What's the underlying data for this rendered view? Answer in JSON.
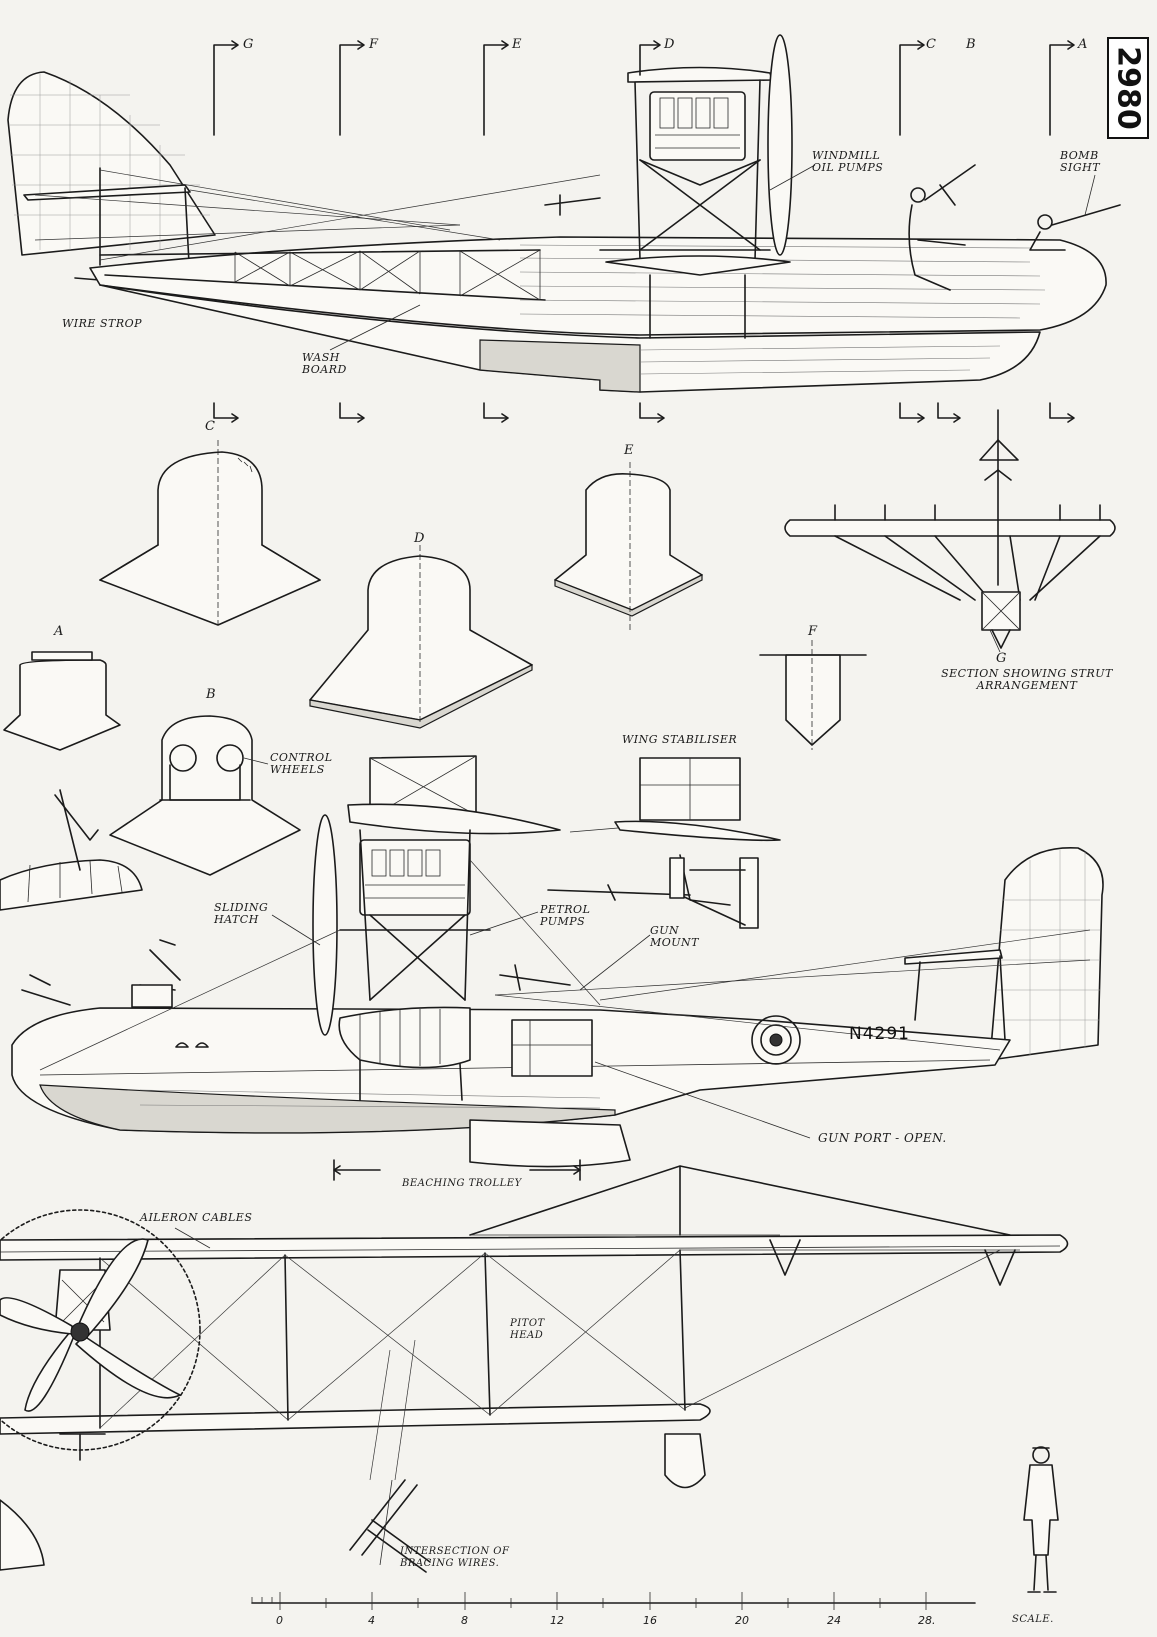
{
  "plate_number": "2980",
  "serial": "N4291",
  "section_markers": {
    "g": "G",
    "f": "F",
    "e": "E",
    "d": "D",
    "c": "C",
    "b": "B",
    "a": "A"
  },
  "labels": {
    "windmill_oil_pumps": "Windmill Oil Pumps",
    "bomb_sight": "Bomb Sight",
    "wire_strop": "Wire Strop",
    "wash_board": "Wash Board",
    "section_g": "Section Showing Strut Arrangement",
    "control_wheels": "Control Wheels",
    "wing_stabiliser": "Wing Stabiliser",
    "sliding_hatch": "Sliding Hatch",
    "petrol_pumps": "Petrol Pumps",
    "gun_mount": "Gun Mount",
    "gun_port": "Gun Port - open.",
    "beaching_trolley": "Beaching Trolley",
    "aileron_cables": "Aileron Cables",
    "pitot_head": "Pitot Head",
    "intersection": "Intersection of Bracing Wires.",
    "scale": "Scale."
  },
  "scale_ticks": [
    "0",
    "4",
    "8",
    "12",
    "16",
    "20",
    "24",
    "28."
  ]
}
